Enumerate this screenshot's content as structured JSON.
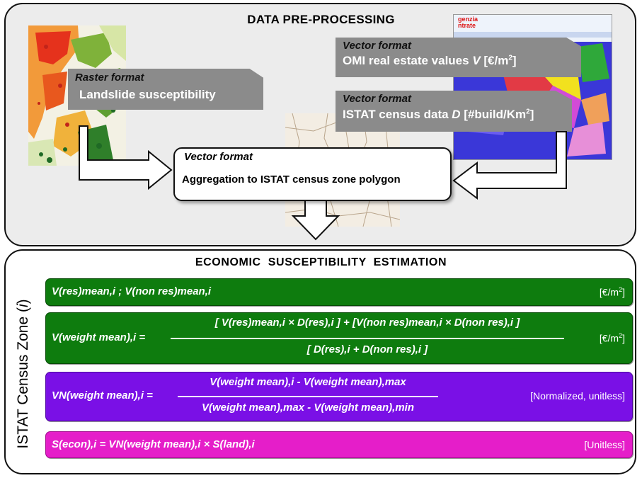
{
  "top_section": {
    "title": "DATA PRE-PROCESSING",
    "raster_box": {
      "format": "Raster format",
      "label": "Landslide susceptibility"
    },
    "omi_box": {
      "format": "Vector format",
      "label_prefix": "OMI real estate values ",
      "var": "V",
      "unit_pre": " [€/m",
      "unit_sup": "2",
      "unit_post": "]"
    },
    "census_box": {
      "format": "Vector format",
      "label_prefix": "ISTAT census data ",
      "var": "D",
      "unit_pre": " [#build/Km",
      "unit_sup": "2",
      "unit_post": "]"
    },
    "agg_box": {
      "format": "Vector format",
      "label": "Aggregation to ISTAT census zone polygon"
    },
    "logo_line1": "genzia",
    "logo_line2": "ntrate"
  },
  "bottom_section": {
    "title": "ECONOMIC  SUSCEPTIBILITY  ESTIMATION",
    "side_label_prefix": "ISTAT Census Zone (",
    "side_label_var": "i",
    "side_label_suffix": ")"
  },
  "formulas": {
    "f1": {
      "text": "V(res)mean,i ; V(non res)mean,i",
      "unit_pre": "[€/m",
      "unit_sup": "2",
      "unit_post": "]"
    },
    "f2": {
      "lhs": "V(weight mean),i =",
      "numerator": "[ V(res)mean,i × D(res),i ] + [V(non res)mean,i × D(non res),i ]",
      "denominator": "[ D(res),i + D(non res),i ]",
      "unit_pre": "[€/m",
      "unit_sup": "2",
      "unit_post": "]"
    },
    "f3": {
      "lhs": "VN(weight mean),i =",
      "numerator": "V(weight mean),i - V(weight mean),max",
      "denominator": "V(weight mean),max - V(weight mean),min",
      "unit": "[Normalized, unitless]"
    },
    "f4": {
      "text": "S(econ),i = VN(weight mean),i × S(land),i",
      "unit": "[Unitless]"
    }
  },
  "colors": {
    "bar1": "#0e7c0e",
    "bar2": "#0e7c0e",
    "bar3": "#7a10e6",
    "bar4": "#e51ec9",
    "grey_box": "#8b8b8b"
  }
}
